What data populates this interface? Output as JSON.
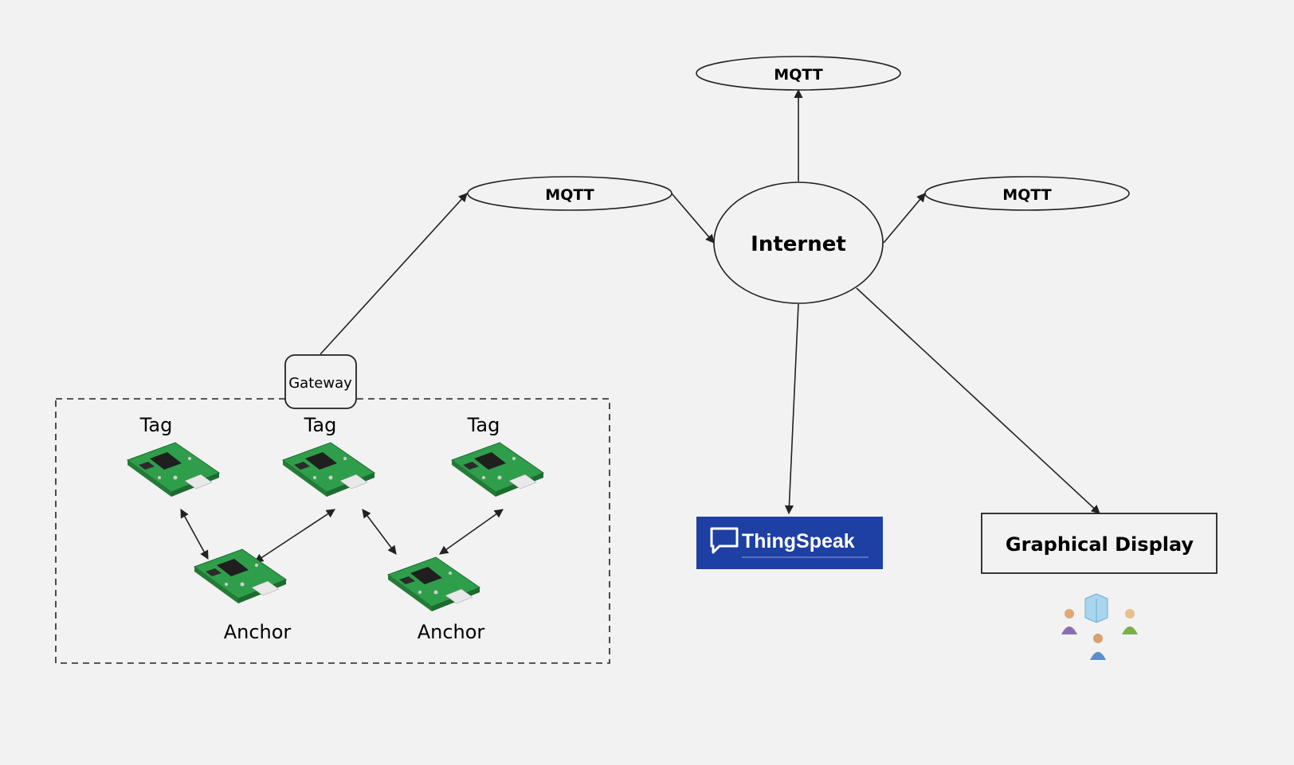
{
  "nodes": {
    "mqtt_top": "MQTT",
    "mqtt_left": "MQTT",
    "mqtt_right": "MQTT",
    "internet": "Internet",
    "gateway": "Gateway",
    "tag_1": "Tag",
    "tag_2": "Tag",
    "tag_3": "Tag",
    "anchor_1": "Anchor",
    "anchor_2": "Anchor",
    "thingspeak": "ThingSpeak",
    "graphical_display": "Graphical Display"
  },
  "icons": {
    "device": "uwb-module-board-icon",
    "thingspeak_logo": "chat-bubble-icon",
    "users": "users-group-icon"
  },
  "colors": {
    "background": "#f2f2f2",
    "stroke": "#222222",
    "thingspeak_blue": "#1e3fa3",
    "board_green": "#2f9e4a"
  }
}
